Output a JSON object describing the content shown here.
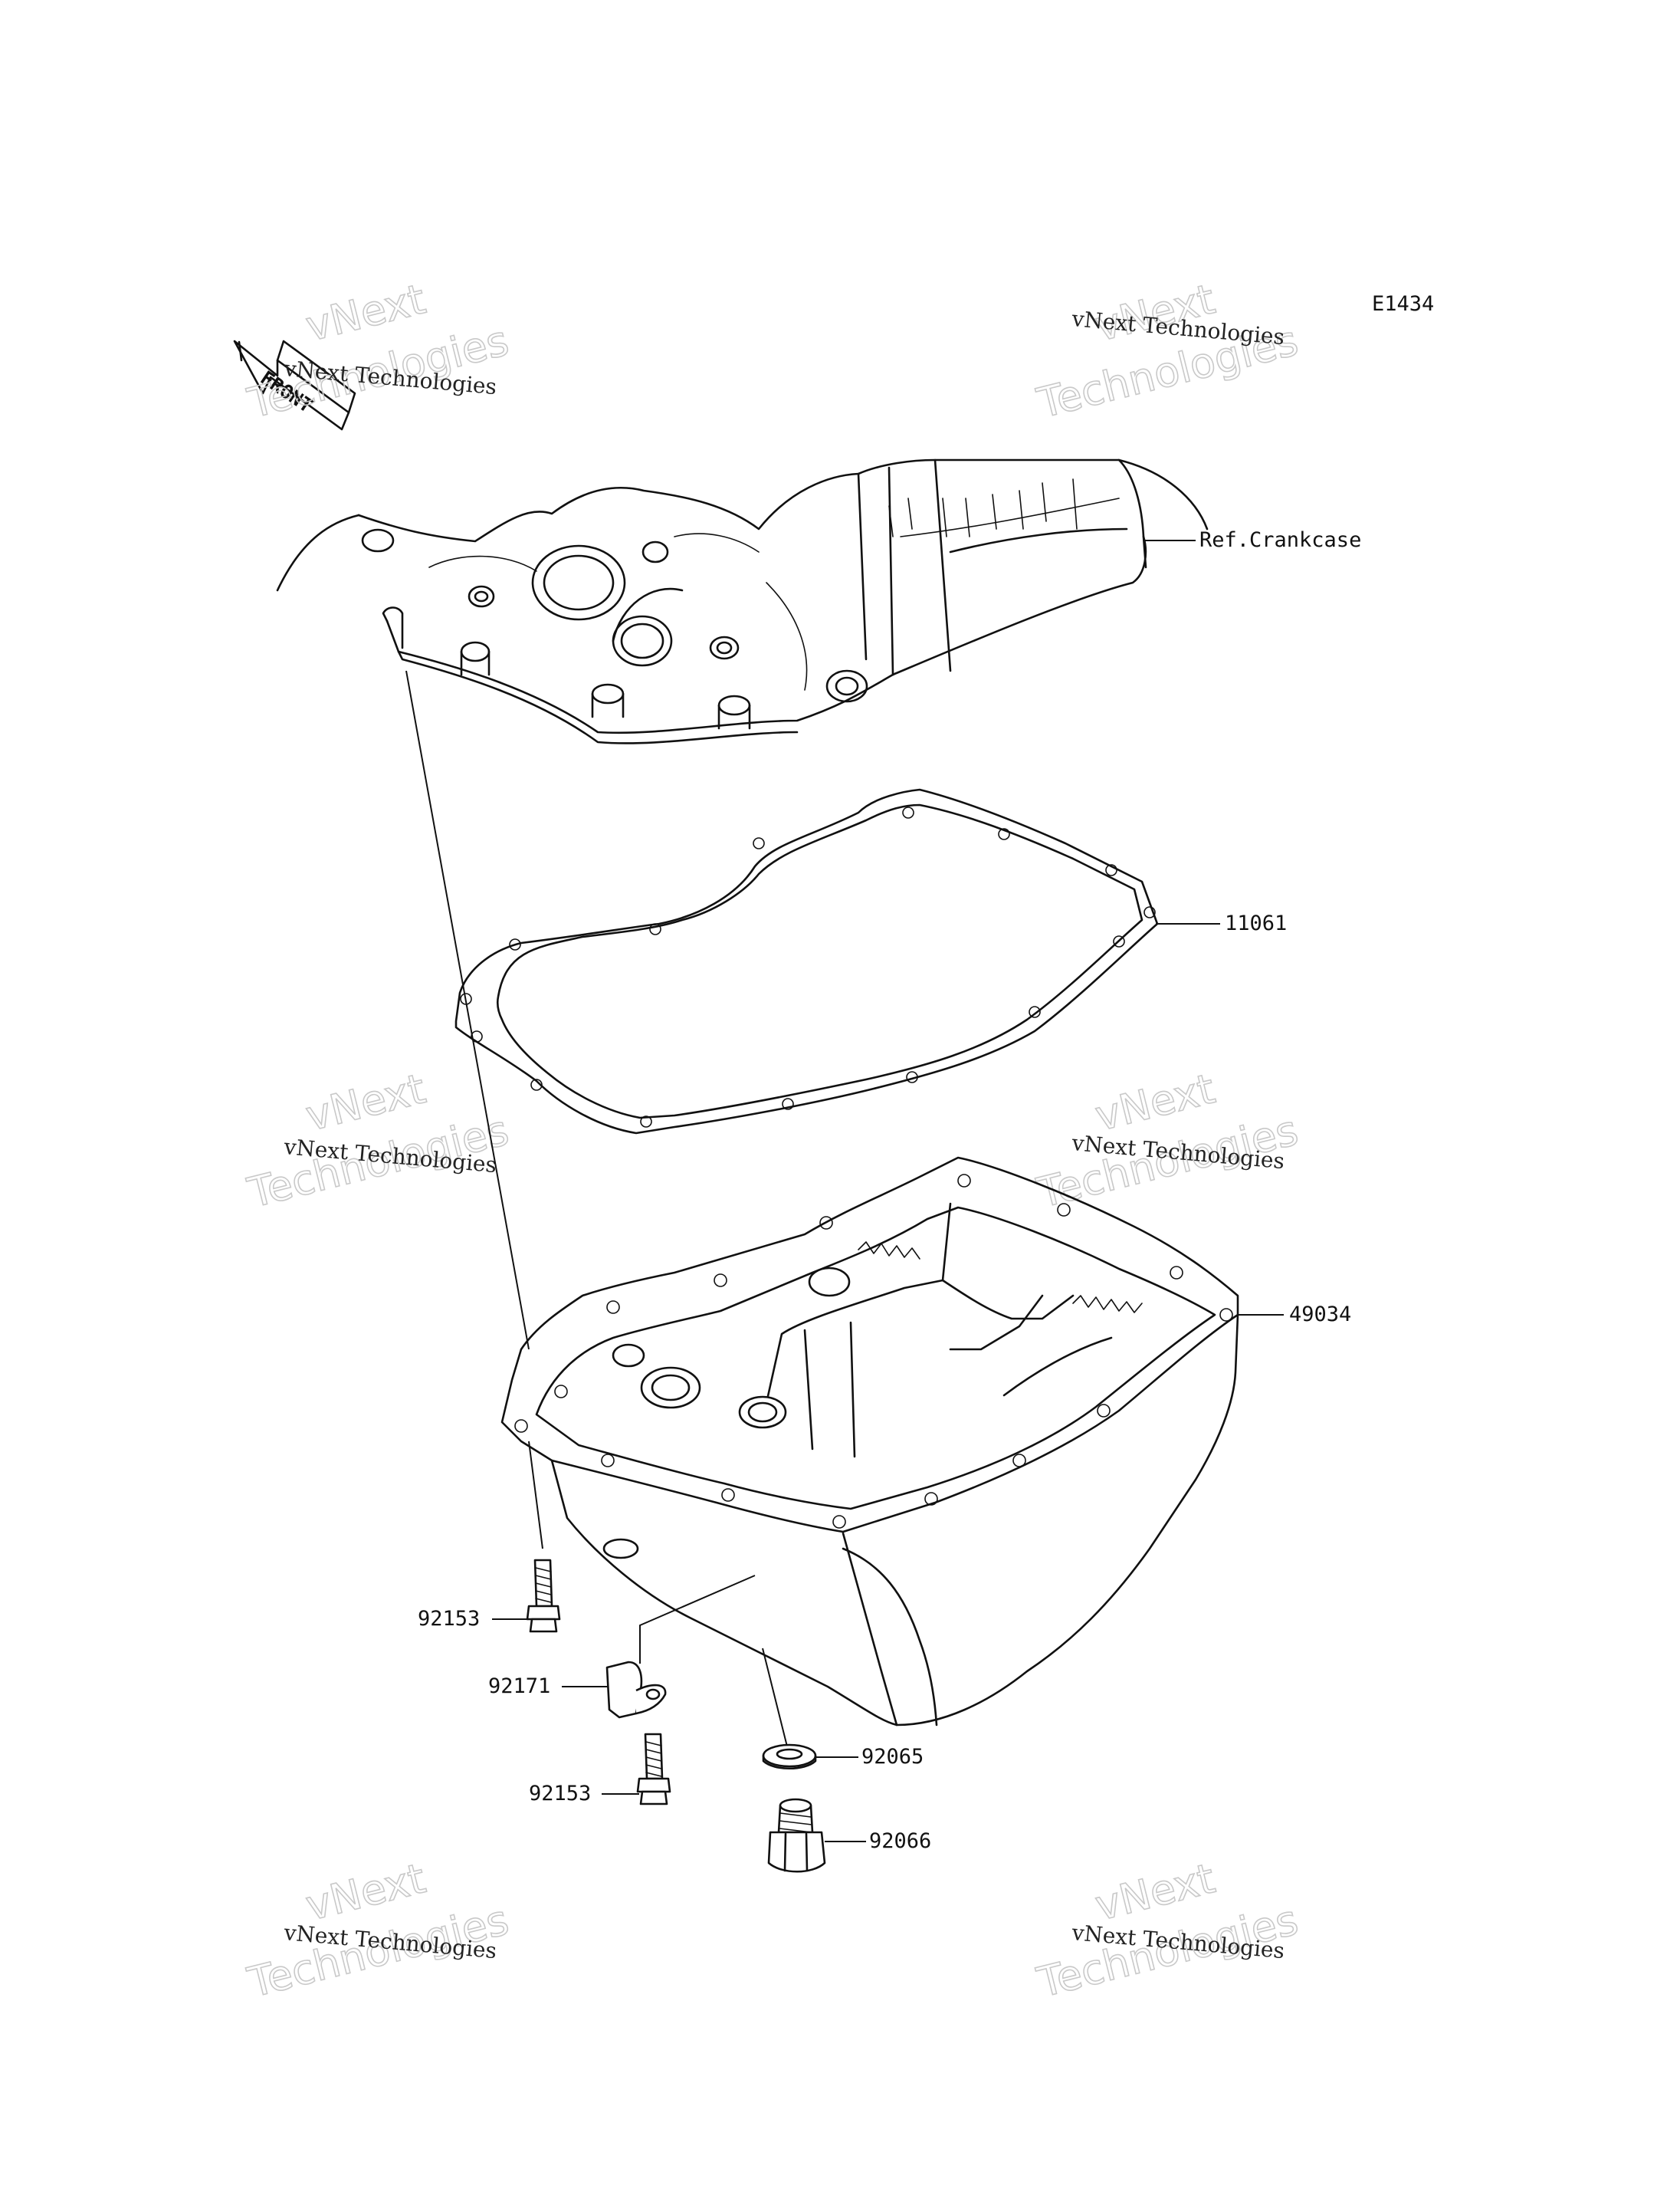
{
  "diagram_code": "E1434",
  "front_arrow_label": "FRONT",
  "watermark": {
    "line1": "vNext Technologies",
    "big_top": "vNext",
    "big_bottom": "Technologies"
  },
  "parts": {
    "crankcase": "Ref.Crankcase",
    "gasket": "11061",
    "oil_pan": "49034",
    "bolt_upper": "92153",
    "clamp": "92171",
    "bolt_lower": "92153",
    "washer": "92065",
    "drain_plug": "92066"
  }
}
